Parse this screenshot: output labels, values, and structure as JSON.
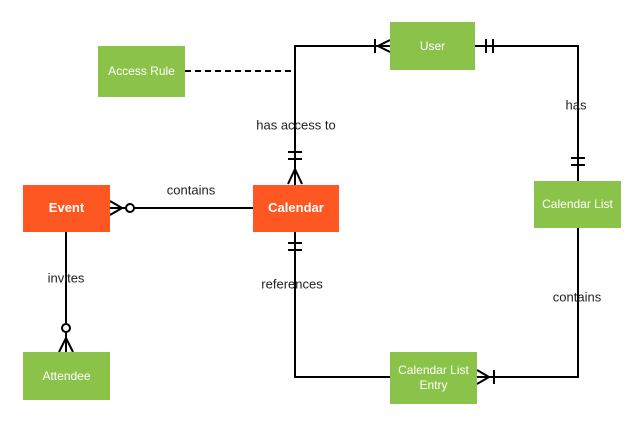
{
  "colors": {
    "entity_green": "#8BC34A",
    "entity_orange": "#FF5722",
    "line": "#000000",
    "label_text": "#212121",
    "box_text": "#FFFFFF"
  },
  "entities": {
    "user": {
      "label": "User"
    },
    "access_rule": {
      "label": "Access Rule"
    },
    "event": {
      "label": "Event"
    },
    "calendar": {
      "label": "Calendar"
    },
    "calendar_list": {
      "label": "Calendar List"
    },
    "attendee": {
      "label": "Attendee"
    },
    "calendar_list_entry": {
      "label": "Calendar List Entry"
    }
  },
  "relationships": {
    "has_access_to": {
      "label": "has access to"
    },
    "has": {
      "label": "has"
    },
    "contains_event": {
      "label": "contains"
    },
    "invites": {
      "label": "invites"
    },
    "references": {
      "label": "references"
    },
    "contains_list": {
      "label": "contains"
    }
  }
}
